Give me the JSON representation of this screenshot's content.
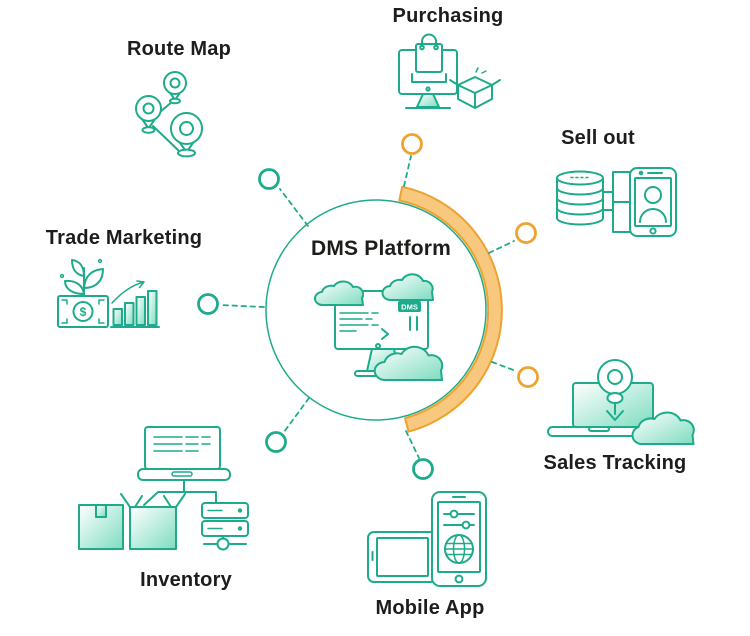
{
  "diagram": {
    "center": {
      "label": "DMS Platform",
      "screen_badge": "DMS"
    },
    "items": [
      {
        "id": "purchasing",
        "label": "Purchasing",
        "icon": "purchasing-icon",
        "connector_color": "orange"
      },
      {
        "id": "sell-out",
        "label": "Sell out",
        "icon": "sell-out-icon",
        "connector_color": "orange"
      },
      {
        "id": "sales-tracking",
        "label": "Sales Tracking",
        "icon": "sales-tracking-icon",
        "connector_color": "orange"
      },
      {
        "id": "mobile-app",
        "label": "Mobile App",
        "icon": "mobile-app-icon",
        "connector_color": "teal"
      },
      {
        "id": "inventory",
        "label": "Inventory",
        "icon": "inventory-icon",
        "connector_color": "teal"
      },
      {
        "id": "trade-marketing",
        "label": "Trade Marketing",
        "icon": "trade-marketing-icon",
        "connector_color": "teal"
      },
      {
        "id": "route-map",
        "label": "Route Map",
        "icon": "route-map-icon",
        "connector_color": "teal"
      }
    ],
    "icon_text": {
      "currency": "$"
    },
    "colors": {
      "teal": "#1dab8b",
      "teal_light": "#7edcc0",
      "orange": "#eea22f",
      "orange_fill": "#f7c87d",
      "text": "#1d1d1b"
    }
  }
}
